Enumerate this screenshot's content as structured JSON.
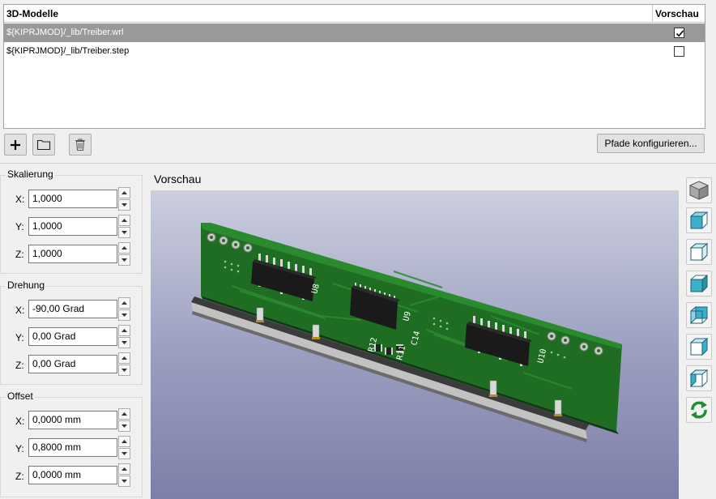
{
  "models_table": {
    "header_path": "3D-Modelle",
    "header_preview": "Vorschau",
    "rows": [
      {
        "path": "${KIPRJMOD}/_lib/Treiber.wrl",
        "preview": true
      },
      {
        "path": "${KIPRJMOD}/_lib/Treiber.step",
        "preview": false
      }
    ]
  },
  "toolbar": {
    "add_icon": "plus-icon",
    "folder_icon": "folder-icon",
    "delete_icon": "trash-icon",
    "configure_paths_label": "Pfade konfigurieren..."
  },
  "scale": {
    "title": "Skalierung",
    "x_label": "X:",
    "x_value": "1,0000",
    "y_label": "Y:",
    "y_value": "1,0000",
    "z_label": "Z:",
    "z_value": "1,0000"
  },
  "rotation": {
    "title": "Drehung",
    "x_label": "X:",
    "x_value": "-90,00 Grad",
    "y_label": "Y:",
    "y_value": "0,00 Grad",
    "z_label": "Z:",
    "z_value": "0,00 Grad"
  },
  "offset": {
    "title": "Offset",
    "x_label": "X:",
    "x_value": "0,0000 mm",
    "y_label": "Y:",
    "y_value": "0,8000 mm",
    "z_label": "Z:",
    "z_value": "0,0000 mm"
  },
  "preview": {
    "title": "Vorschau",
    "silkscreen": {
      "u8": "U8",
      "u9": "U9",
      "u10": "U10",
      "r12": "R12",
      "r11": "R11",
      "c14": "C14"
    }
  },
  "view_buttons": [
    "view-3d-icon",
    "view-top-icon",
    "view-front-icon",
    "view-right-icon",
    "view-bottom-icon",
    "view-back-icon",
    "view-left-icon",
    "reload-icon"
  ],
  "colors": {
    "pcb_green": "#1f6d22",
    "selection_gray": "#999999",
    "view_button_cyan": "#3ab1c9"
  }
}
